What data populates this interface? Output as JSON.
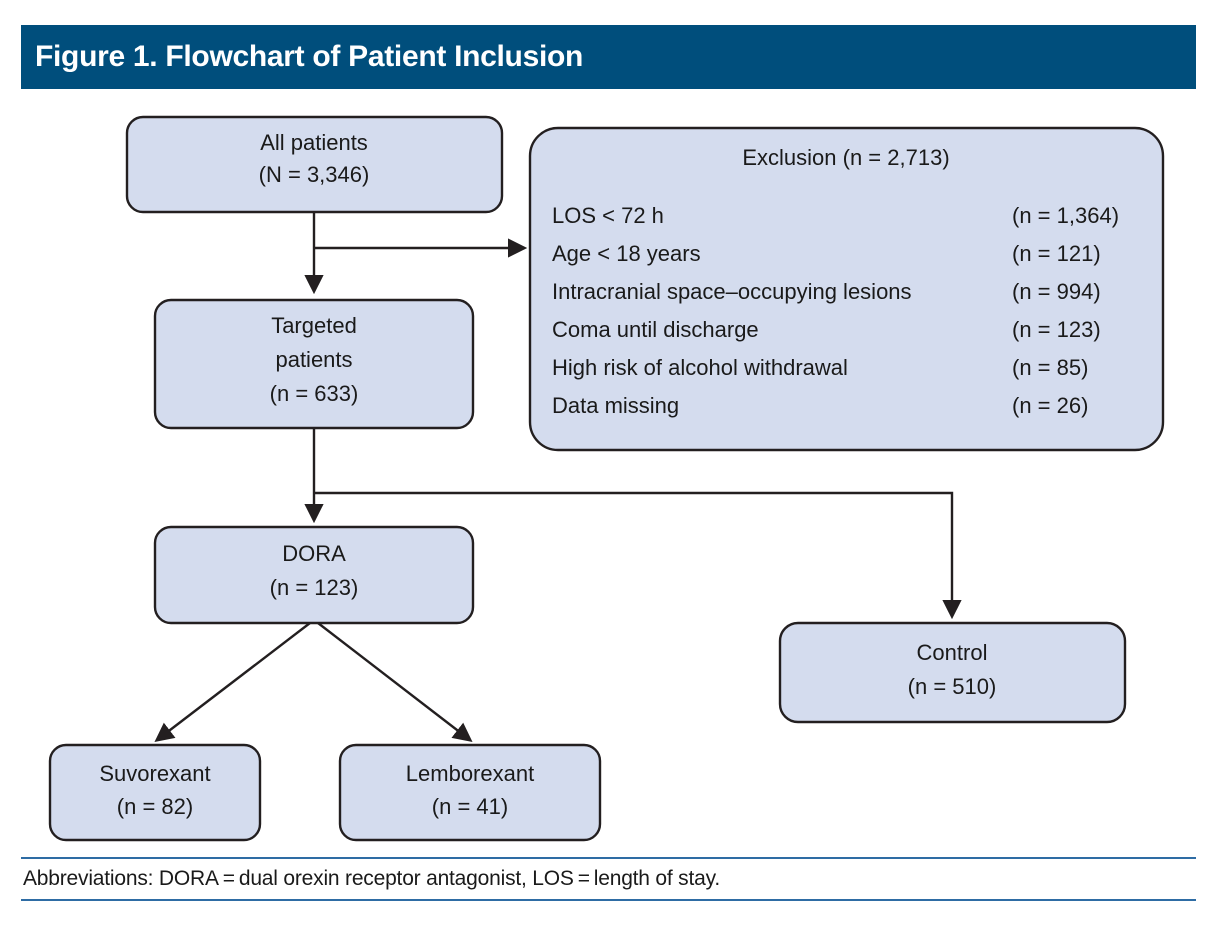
{
  "header": {
    "title": "Figure 1. Flowchart of Patient Inclusion",
    "bar_color": "#004e7c",
    "text_color": "#ffffff"
  },
  "style": {
    "node_fill": "#d4dcee",
    "node_stroke": "#231f20",
    "footer_rule_color": "#2e6ca4"
  },
  "nodes": {
    "all_patients": {
      "line1": "All patients",
      "line2": "(N = 3,346)"
    },
    "targeted": {
      "line1": "Targeted",
      "line2": "patients",
      "line3": "(n = 633)"
    },
    "dora": {
      "line1": "DORA",
      "line2": "(n = 123)"
    },
    "control": {
      "line1": "Control",
      "line2": "(n = 510)"
    },
    "suvorexant": {
      "line1": "Suvorexant",
      "line2": "(n = 82)"
    },
    "lemborexant": {
      "line1": "Lemborexant",
      "line2": "(n = 41)"
    }
  },
  "exclusion": {
    "title": "Exclusion (n = 2,713)",
    "rows": [
      {
        "label": "LOS < 72 h",
        "count": "(n = 1,364)"
      },
      {
        "label": "Age < 18 years",
        "count": "(n = 121)"
      },
      {
        "label": "Intracranial space–occupying lesions",
        "count": "(n = 994)"
      },
      {
        "label": "Coma until discharge",
        "count": "(n = 123)"
      },
      {
        "label": "High risk of alcohol withdrawal",
        "count": "(n = 85)"
      },
      {
        "label": "Data missing",
        "count": "(n = 26)"
      }
    ]
  },
  "footer": {
    "abbreviations": "Abbreviations: DORA = dual orexin receptor antagonist, LOS = length of stay."
  },
  "chart_data": {
    "type": "diagram",
    "title": "Figure 1. Flowchart of Patient Inclusion",
    "flow": [
      {
        "id": "all_patients",
        "label": "All patients",
        "n": 3346,
        "n_symbol": "N"
      },
      {
        "id": "exclusion",
        "label": "Exclusion",
        "n": 2713
      },
      {
        "id": "targeted",
        "label": "Targeted patients",
        "n": 633
      },
      {
        "id": "dora",
        "label": "DORA",
        "n": 123
      },
      {
        "id": "control",
        "label": "Control",
        "n": 510
      },
      {
        "id": "suvorexant",
        "label": "Suvorexant",
        "n": 82
      },
      {
        "id": "lemborexant",
        "label": "Lemborexant",
        "n": 41
      }
    ],
    "exclusion_breakdown": [
      {
        "reason": "LOS < 72 h",
        "n": 1364
      },
      {
        "reason": "Age < 18 years",
        "n": 121
      },
      {
        "reason": "Intracranial space-occupying lesions",
        "n": 994
      },
      {
        "reason": "Coma until discharge",
        "n": 123
      },
      {
        "reason": "High risk of alcohol withdrawal",
        "n": 85
      },
      {
        "reason": "Data missing",
        "n": 26
      }
    ],
    "edges": [
      {
        "from": "all_patients",
        "to": "exclusion"
      },
      {
        "from": "all_patients",
        "to": "targeted"
      },
      {
        "from": "targeted",
        "to": "dora"
      },
      {
        "from": "targeted",
        "to": "control"
      },
      {
        "from": "dora",
        "to": "suvorexant"
      },
      {
        "from": "dora",
        "to": "lemborexant"
      }
    ]
  }
}
